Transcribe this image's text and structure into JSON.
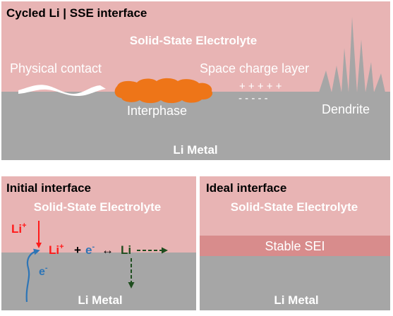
{
  "colors": {
    "electrolyte": "#e8b4b4",
    "metal": "#a6a6a6",
    "sei": "#d88c8c",
    "interphase": "#ee7518",
    "lithium_red": "#ff1a1a",
    "electron_blue": "#2e75b6",
    "lithium_green": "#1e4d1e",
    "white": "#ffffff",
    "black": "#000000"
  },
  "top_panel": {
    "title": "Cycled Li | SSE interface",
    "electrolyte_label": "Solid-State Electrolyte",
    "physical_contact_label": "Physical contact",
    "space_charge_label": "Space charge layer",
    "plus_signs": "+ + + + +",
    "minus_signs": "-  -  -  -  -",
    "interphase_label": "Interphase",
    "dendrite_label": "Dendrite",
    "metal_label": "Li Metal"
  },
  "bottom_left": {
    "title": "Initial interface",
    "electrolyte_label": "Solid-State Electrolyte",
    "li_ion_top": "Li",
    "li_ion_top_sup": "+",
    "li_ion_mid": "Li",
    "li_ion_mid_sup": "+",
    "plus": "+",
    "electron": "e",
    "electron_sup": "-",
    "arrow_symbol": "↔",
    "li_atom": "Li",
    "electron_low": "e",
    "electron_low_sup": "-",
    "metal_label": "Li Metal"
  },
  "bottom_right": {
    "title": "Ideal interface",
    "electrolyte_label": "Solid-State Electrolyte",
    "sei_label": "Stable SEI",
    "metal_label": "Li Metal"
  }
}
